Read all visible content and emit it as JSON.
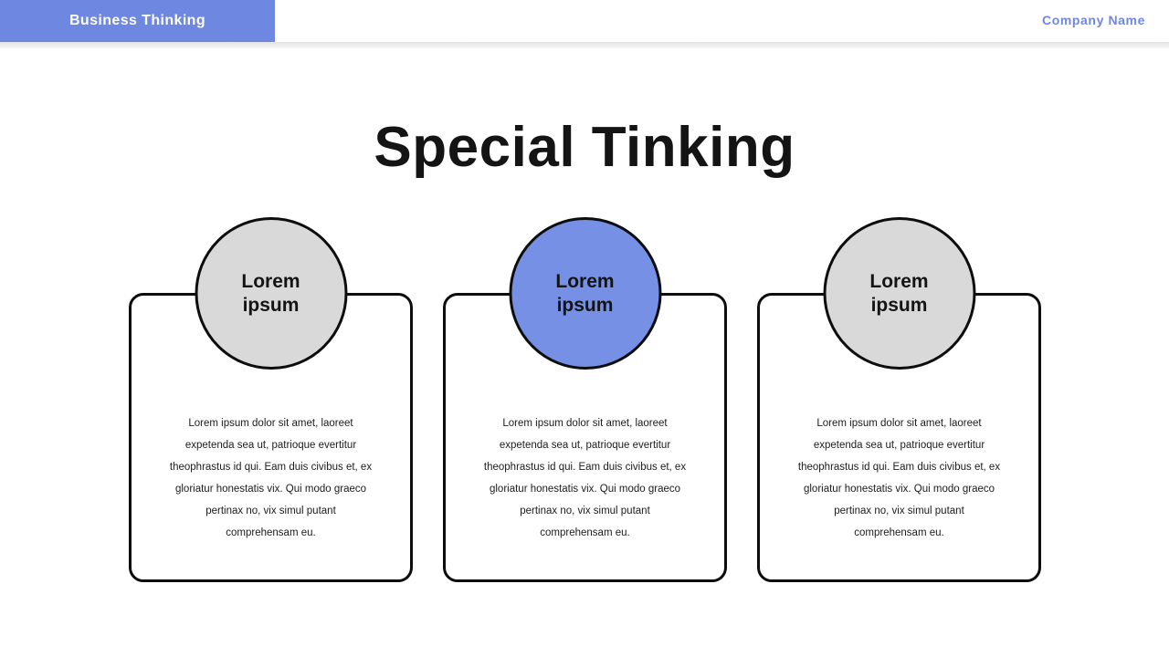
{
  "header": {
    "badge_label": "Business Thinking",
    "company_name": "Company Name"
  },
  "title": "Special Tinking",
  "cards": [
    {
      "circle_label": "Lorem\nipsum",
      "circle_color": "#d9d9d9",
      "body": "Lorem  ipsum dolor sit amet, laoreet\nexpetenda  sea ut,  patrioque evertitur\ntheophrastus id qui. Eam  duis civibus et, ex\ngloriatur honestatis vix. Qui modo graeco\npertinax no, vix simul putant\ncomprehensam eu."
    },
    {
      "circle_label": "Lorem\nipsum",
      "circle_color": "#7590e4",
      "body": "Lorem  ipsum dolor sit amet, laoreet\nexpetenda  sea ut,  patrioque evertitur\ntheophrastus id qui. Eam  duis civibus et, ex\ngloriatur honestatis vix. Qui modo graeco\npertinax no, vix simul putant\ncomprehensam eu."
    },
    {
      "circle_label": "Lorem\nipsum",
      "circle_color": "#d9d9d9",
      "body": "Lorem  ipsum dolor sit amet, laoreet\nexpetenda  sea ut,  patrioque evertitur\ntheophrastus id qui. Eam  duis civibus et, ex\ngloriatur honestatis vix. Qui modo graeco\npertinax no, vix simul putant\ncomprehensam eu."
    }
  ],
  "colors": {
    "accent_blue": "#6e87e1",
    "circle_blue": "#7590e4",
    "circle_gray": "#d9d9d9",
    "border_black": "#0d0d0d",
    "separator_gray": "#e2e2e2"
  }
}
